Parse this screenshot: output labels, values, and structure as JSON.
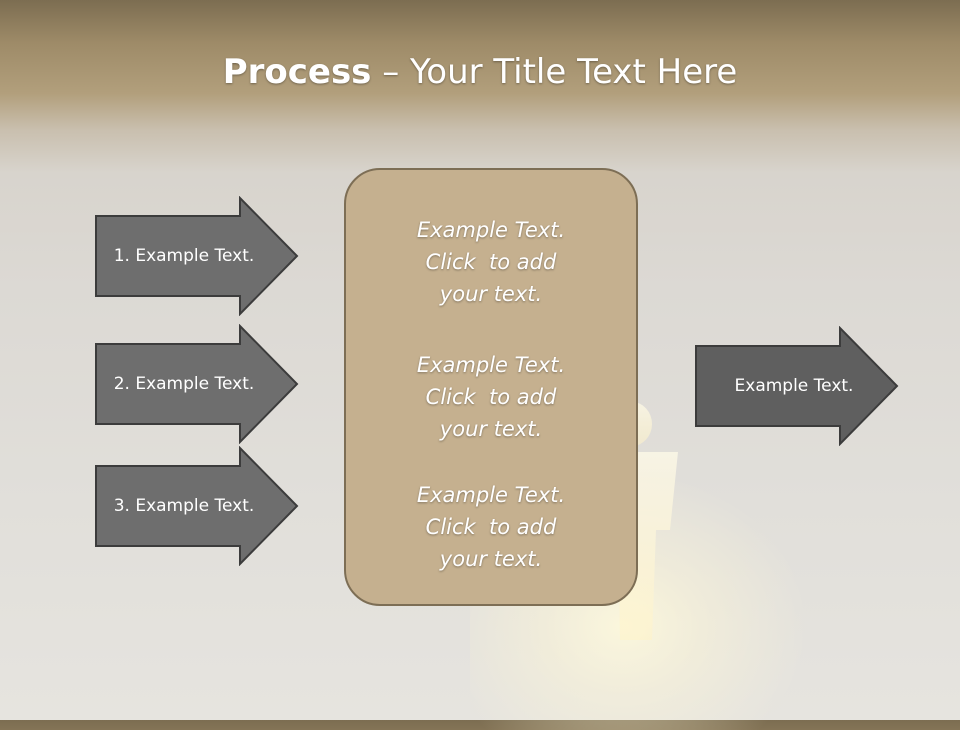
{
  "slide": {
    "title_bold": "Process",
    "title_rest": " – Your Title Text Here"
  },
  "inputs": [
    {
      "label": "1. Example Text."
    },
    {
      "label": "2. Example Text."
    },
    {
      "label": "3. Example Text."
    }
  ],
  "center_box": {
    "blocks": [
      {
        "line1": "Example Text.",
        "line2": "Click  to add",
        "line3": "your text."
      },
      {
        "line1": "Example Text.",
        "line2": "Click  to add",
        "line3": "your text."
      },
      {
        "line1": "Example Text.",
        "line2": "Click  to add",
        "line3": "your text."
      }
    ]
  },
  "output": {
    "label": "Example Text."
  },
  "colors": {
    "arrow_fill": "#6e6e6e",
    "arrow_fill_dark": "#5f5f5f",
    "arrow_stroke": "#3c3c3c",
    "panel_fill": "#c5b08f",
    "panel_stroke": "#7d6e55",
    "header_band": "#b29f7c"
  }
}
